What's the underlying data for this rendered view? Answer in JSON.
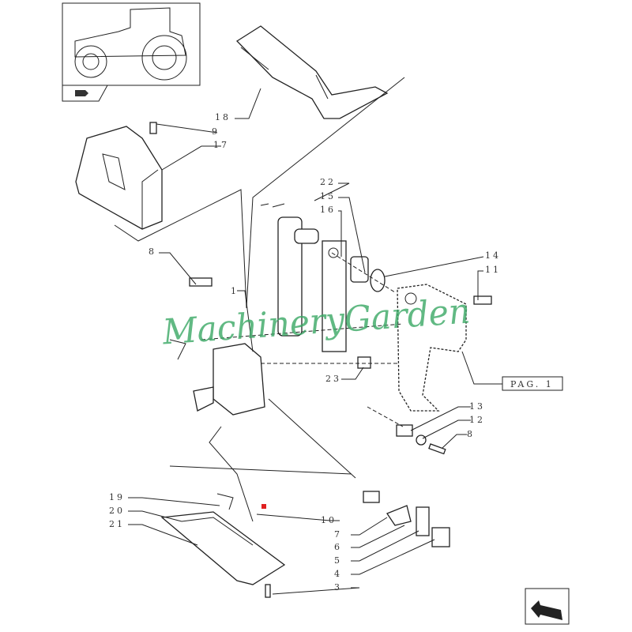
{
  "watermark": "MachineryGarden",
  "page_ref": "PAG. 1",
  "callouts": {
    "c18": "18",
    "c9": "9",
    "c17": "17",
    "c22": "22",
    "c15": "15",
    "c16": "16",
    "c8a": "8",
    "c14": "14",
    "c11": "11",
    "c1": "1",
    "c23": "23",
    "c13": "13",
    "c12": "12",
    "c8b": "8",
    "c19": "19",
    "c20": "20",
    "c21": "21",
    "c10": "10",
    "c7": "7",
    "c6": "6",
    "c5": "5",
    "c4": "4",
    "c3": "3"
  },
  "colors": {
    "watermark": "#3aa865",
    "marker": "#e02020"
  }
}
